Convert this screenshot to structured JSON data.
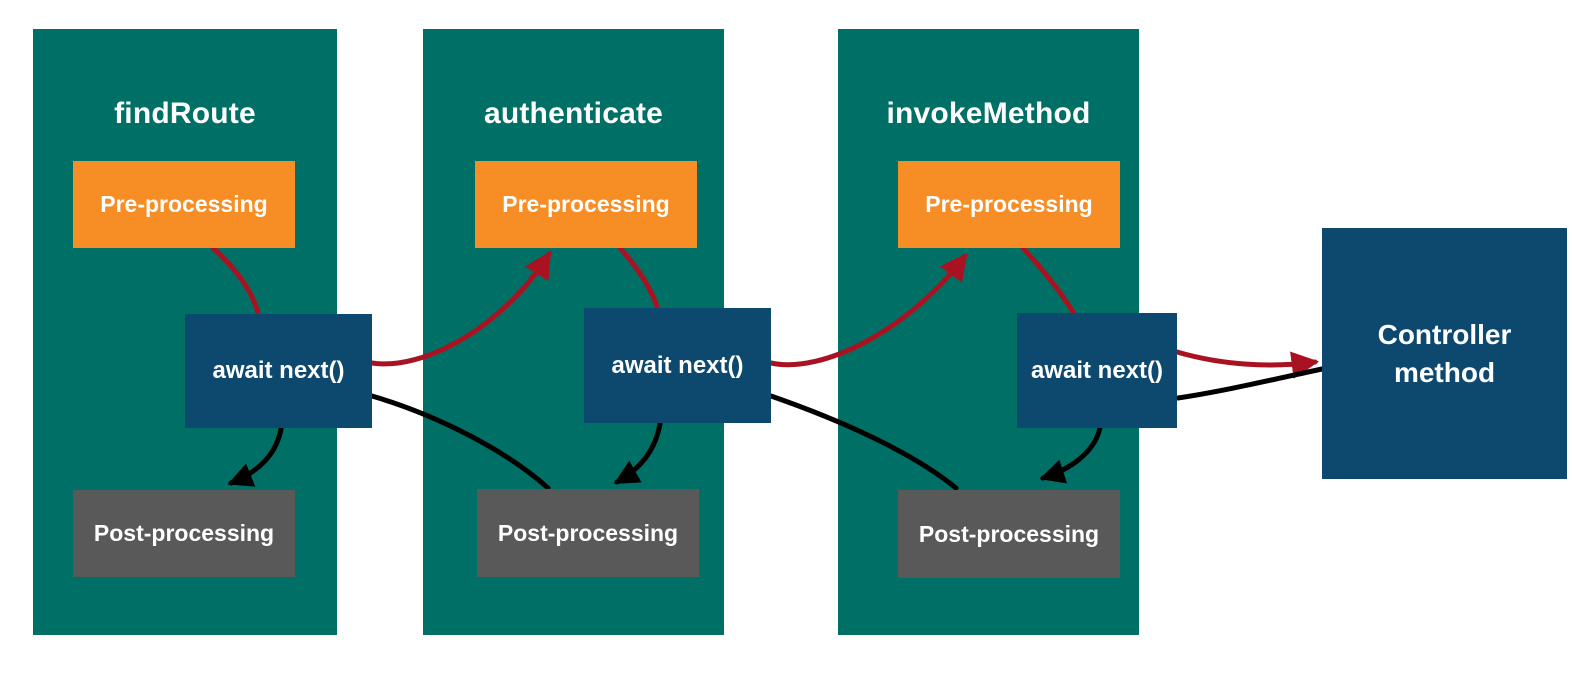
{
  "diagram": {
    "description": "Middleware onion flow: request passes through pre-processing and await next() of each middleware to the controller method, then response flows back through post-processing.",
    "colors": {
      "background": "#ffffff",
      "panel": "#007067",
      "pre": "#F78D25",
      "await": "#0D486E",
      "post": "#595959",
      "controller": "#0D486E",
      "request_arrow": "#A91321",
      "response_arrow": "#000000",
      "text": "#ffffff"
    },
    "panels": [
      {
        "id": "findRoute",
        "title": "findRoute",
        "pre_label": "Pre-processing",
        "await_label": "await next()",
        "post_label": "Post-processing"
      },
      {
        "id": "authenticate",
        "title": "authenticate",
        "pre_label": "Pre-processing",
        "await_label": "await next()",
        "post_label": "Post-processing"
      },
      {
        "id": "invokeMethod",
        "title": "invokeMethod",
        "pre_label": "Pre-processing",
        "await_label": "await next()",
        "post_label": "Post-processing"
      }
    ],
    "controller": {
      "label": "Controller method"
    },
    "edges": [
      {
        "id": "e1",
        "type": "request",
        "from": "findRoute.pre-processing",
        "to": "findRoute.await-next",
        "arrowhead": false
      },
      {
        "id": "e2",
        "type": "request",
        "from": "findRoute.await-next",
        "to": "authenticate.pre-processing",
        "arrowhead": true
      },
      {
        "id": "e3",
        "type": "request",
        "from": "authenticate.pre-processing",
        "to": "authenticate.await-next",
        "arrowhead": false
      },
      {
        "id": "e4",
        "type": "request",
        "from": "authenticate.await-next",
        "to": "invokeMethod.pre-processing",
        "arrowhead": true
      },
      {
        "id": "e5",
        "type": "request",
        "from": "invokeMethod.pre-processing",
        "to": "invokeMethod.await-next",
        "arrowhead": false
      },
      {
        "id": "e6",
        "type": "request",
        "from": "invokeMethod.await-next",
        "to": "controller-method",
        "arrowhead": true
      },
      {
        "id": "e7",
        "type": "response",
        "from": "findRoute.await-next",
        "to": "findRoute.post-processing",
        "arrowhead": true
      },
      {
        "id": "e8",
        "type": "response",
        "from": "authenticate.await-next",
        "to": "authenticate.post-processing",
        "arrowhead": true
      },
      {
        "id": "e9",
        "type": "response",
        "from": "invokeMethod.await-next",
        "to": "invokeMethod.post-processing",
        "arrowhead": true
      },
      {
        "id": "e10",
        "type": "response",
        "from": "controller-method",
        "to": "invokeMethod.await-next",
        "arrowhead": false
      },
      {
        "id": "e11",
        "type": "response",
        "from": "invokeMethod.post-processing",
        "to": "authenticate.await-next",
        "arrowhead": false
      },
      {
        "id": "e12",
        "type": "response",
        "from": "authenticate.post-processing",
        "to": "findRoute.await-next",
        "arrowhead": false
      }
    ]
  }
}
